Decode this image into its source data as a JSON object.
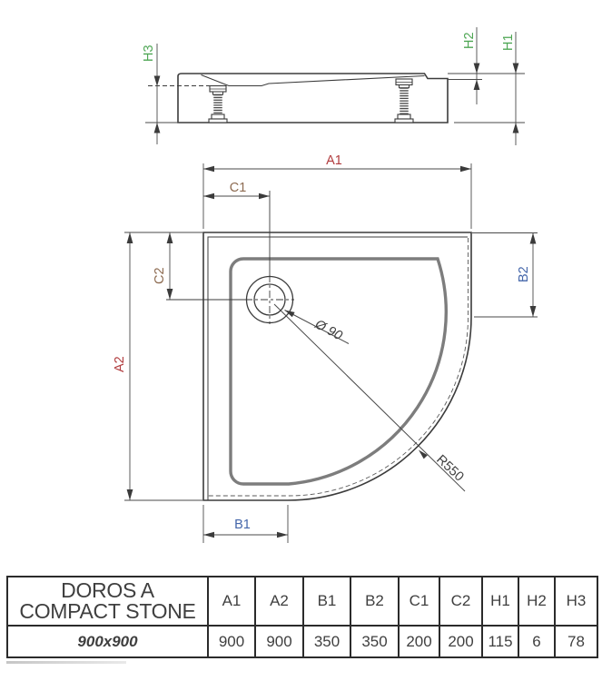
{
  "drawing": {
    "side_view": {
      "h1": "H1",
      "h2": "H2",
      "h3": "H3"
    },
    "plan_view": {
      "a1": "A1",
      "a2": "A2",
      "b1": "B1",
      "b2": "B2",
      "c1": "C1",
      "c2": "C2",
      "drain_diameter": "Ø 90",
      "corner_radius": "R550"
    }
  },
  "table": {
    "product_line1": "DOROS A",
    "product_line2": "COMPACT STONE",
    "columns": [
      "A1",
      "A2",
      "B1",
      "B2",
      "C1",
      "C2",
      "H1",
      "H2",
      "H3"
    ],
    "size_label": "900x900",
    "values": [
      "900",
      "900",
      "350",
      "350",
      "200",
      "200",
      "115",
      "6",
      "78"
    ]
  },
  "colors": {
    "dim_a": "#b13c3e",
    "dim_b": "#4466aa",
    "dim_c": "#8d6b51",
    "dim_h": "#4ea654",
    "outline": "#3b3b3b"
  }
}
